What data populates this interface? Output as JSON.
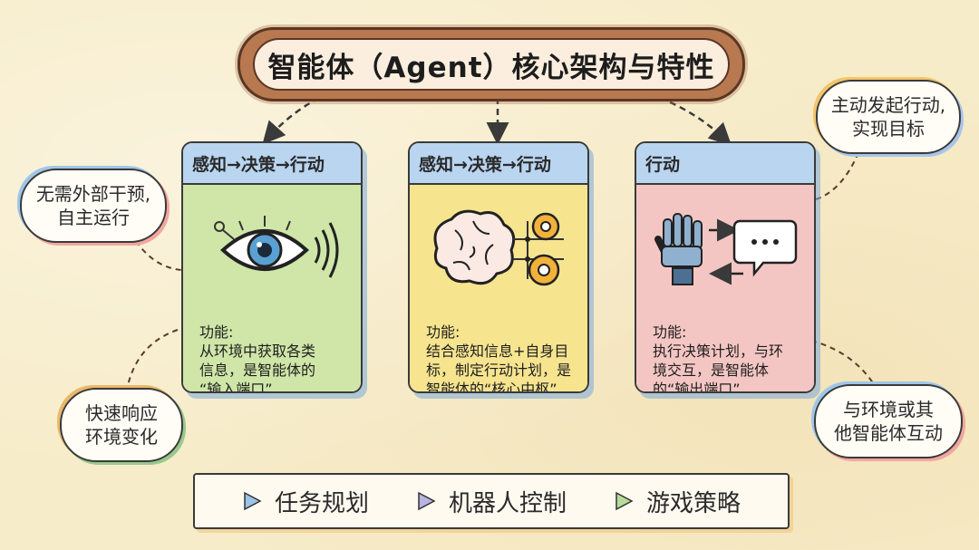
{
  "title": "智能体（Agent）核心架构与特性",
  "cards": [
    {
      "header": "感知→决策→行动",
      "icon": "eye-icon",
      "lines": [
        "功能:",
        "从环境中获取各类",
        "信息，是智能体的",
        "“输入端口”"
      ]
    },
    {
      "header": "感知→决策→行动",
      "icon": "brain-gears-icon",
      "lines": [
        "功能:",
        "结合感知信息+自身目",
        "标，制定行动计划，是",
        "智能体的“核心中枢”"
      ]
    },
    {
      "header": "行动",
      "icon": "robot-hand-chat-icon",
      "lines": [
        "功能:",
        "执行决策计划，与环",
        "境交互，是智能体",
        "的“输出端口”"
      ]
    }
  ],
  "bubbles": {
    "autonomy": [
      "无需外部干预,",
      "自主运行"
    ],
    "reactive": [
      "快速响应",
      "环境变化"
    ],
    "proactive": [
      "主动发起行动,",
      "实现目标"
    ],
    "social": [
      "与环境或其",
      "他智能体互动"
    ]
  },
  "applications": [
    {
      "label": "任务规划",
      "color": "#9cc3e6"
    },
    {
      "label": "机器人控制",
      "color": "#b9b3e0"
    },
    {
      "label": "游戏策略",
      "color": "#b7dc9a"
    }
  ]
}
